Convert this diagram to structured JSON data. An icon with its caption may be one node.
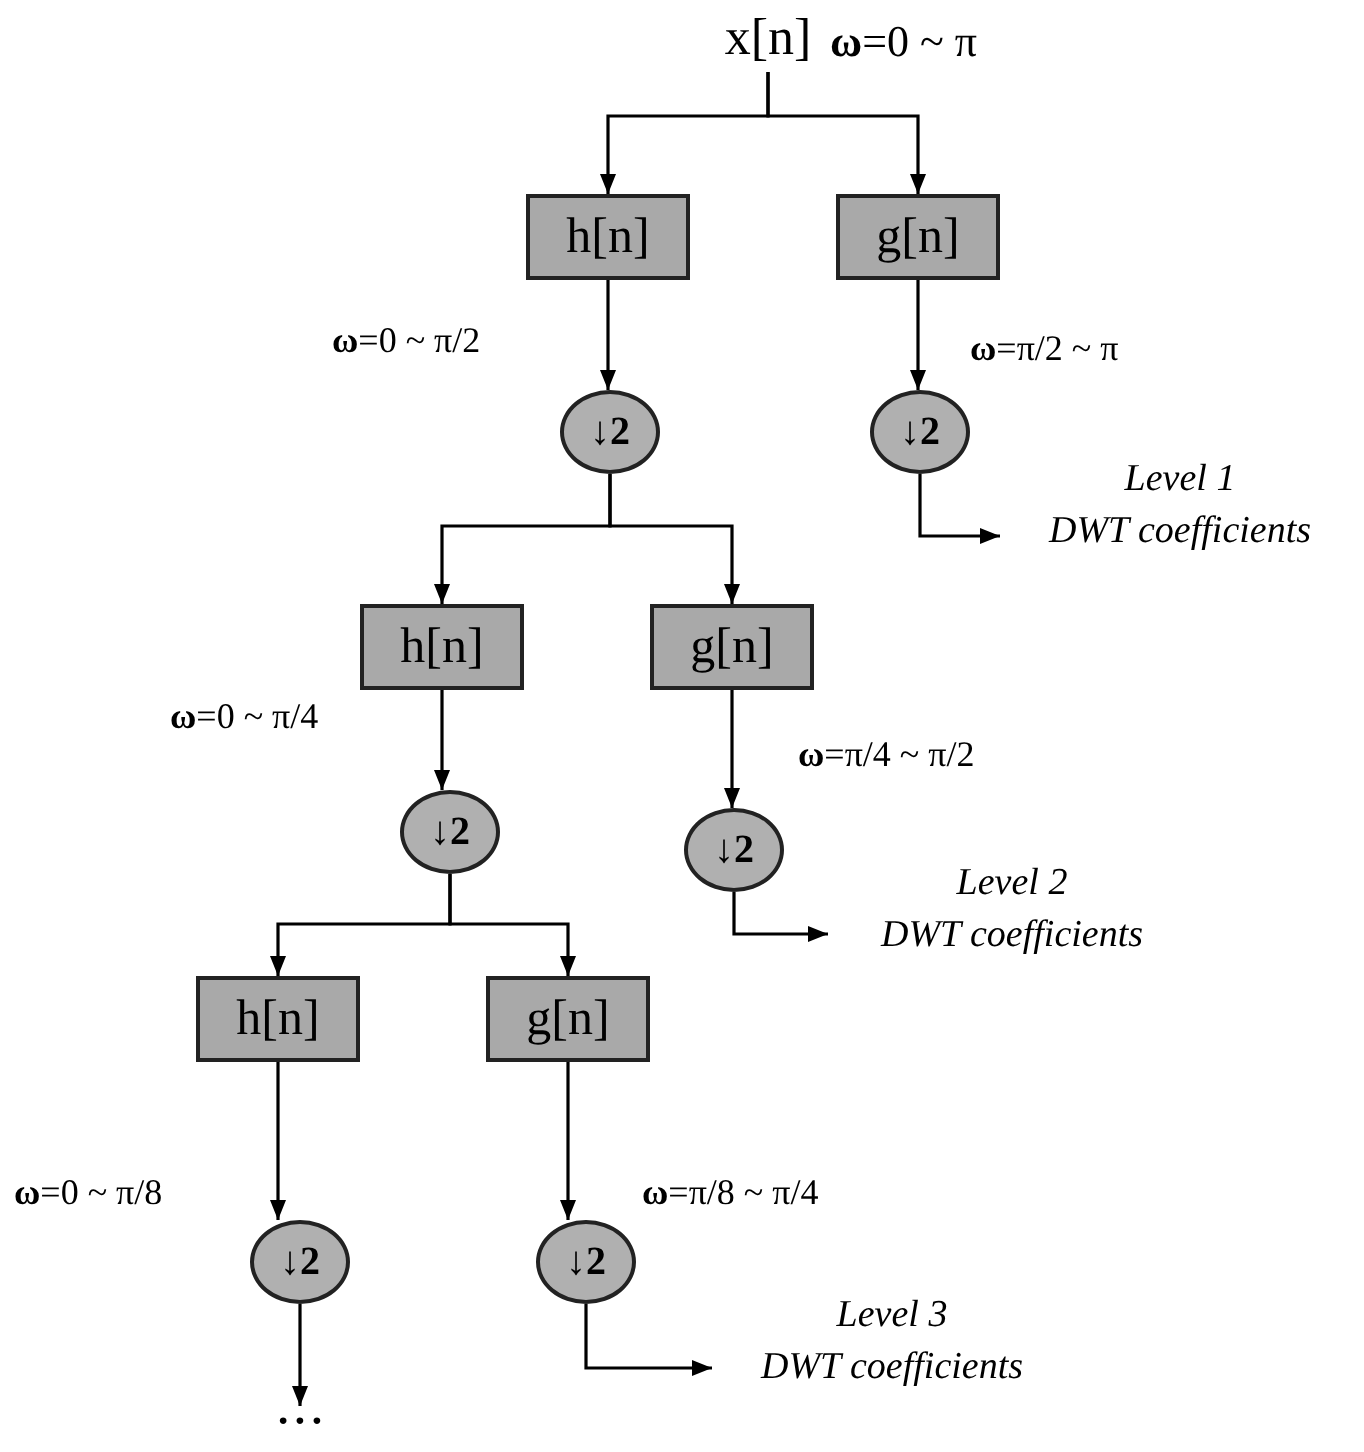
{
  "diagram": {
    "nodes": [
      {
        "text": [
          "x[n]"
        ],
        "beside": [
          "**ω**=0 ~ π"
        ]
      },
      {
        "text": [
          "h[n]"
        ]
      },
      {
        "text": [
          "g[n]"
        ]
      },
      {
        "text": [
          "↓2"
        ]
      },
      {
        "text": [
          "↓2"
        ]
      },
      {
        "text": [
          "Level 1",
          "DWT coefficients"
        ]
      },
      {
        "text": [
          "h[n]"
        ]
      },
      {
        "text": [
          "g[n]"
        ]
      },
      {
        "text": [
          "↓2"
        ]
      },
      {
        "text": [
          "↓2"
        ]
      },
      {
        "text": [
          "Level 2",
          "DWT coefficients"
        ]
      },
      {
        "text": [
          "h[n]"
        ]
      },
      {
        "text": [
          "g[n]"
        ]
      },
      {
        "text": [
          "↓2"
        ]
      },
      {
        "text": [
          "↓2"
        ]
      },
      {
        "text": [
          "Level 3",
          "DWT coefficients"
        ]
      },
      {
        "text": [
          "• • •"
        ]
      }
    ],
    "edges": [
      {
        "from": 0,
        "to": 1,
        "arrow": "to"
      },
      {
        "from": 0,
        "to": 2,
        "arrow": "to"
      },
      {
        "from": 1,
        "to": 3,
        "arrow": "to",
        "label": "**ω**=0 ~ π/2"
      },
      {
        "from": 2,
        "to": 4,
        "arrow": "to",
        "label": "**ω**=π/2 ~ π"
      },
      {
        "from": 3,
        "to": 6,
        "arrow": "to"
      },
      {
        "from": 3,
        "to": 7,
        "arrow": "to"
      },
      {
        "from": 4,
        "to": 5,
        "arrow": "to"
      },
      {
        "from": 6,
        "to": 8,
        "arrow": "to",
        "label": "**ω**=0 ~ π/4"
      },
      {
        "from": 7,
        "to": 9,
        "arrow": "to",
        "label": "**ω**=π/4 ~ π/2"
      },
      {
        "from": 8,
        "to": 11,
        "arrow": "to"
      },
      {
        "from": 8,
        "to": 12,
        "arrow": "to"
      },
      {
        "from": 9,
        "to": 10,
        "arrow": "to"
      },
      {
        "from": 11,
        "to": 13,
        "arrow": "to",
        "label": "**ω**=0 ~ π/8"
      },
      {
        "from": 12,
        "to": 14,
        "arrow": "to",
        "label": "**ω**=π/8 ~ π/4"
      },
      {
        "from": 13,
        "to": 16,
        "arrow": "to"
      },
      {
        "from": 14,
        "to": 15,
        "arrow": "to"
      }
    ]
  }
}
